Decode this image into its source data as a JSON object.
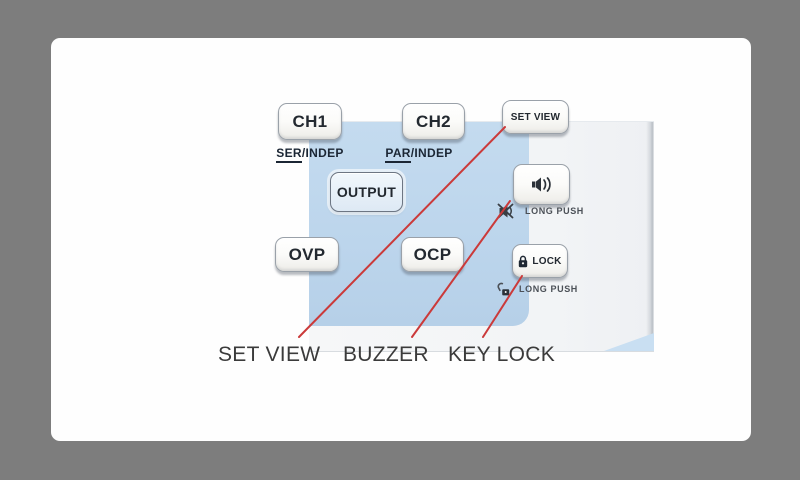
{
  "panel": {
    "ch1": {
      "label": "CH1",
      "sub_strong": "SER",
      "sub_rest": "/INDEP"
    },
    "ch2": {
      "label": "CH2",
      "sub_strong": "PAR",
      "sub_rest": "/INDEP"
    },
    "output": {
      "label": "OUTPUT"
    },
    "ovp": {
      "label": "OVP"
    },
    "ocp": {
      "label": "OCP"
    },
    "set_view": {
      "label": "SET VIEW"
    },
    "buzzer": {
      "icon": "speaker-icon",
      "long_push": "LONG PUSH"
    },
    "key_lock": {
      "label": "LOCK",
      "icon": "lock-icon",
      "long_push": "LONG PUSH"
    }
  },
  "annotations": {
    "set_view": "SET VIEW",
    "buzzer": "BUZZER",
    "key_lock": "KEY LOCK"
  },
  "colors": {
    "background": "#7d7d7d",
    "card": "#fefefe",
    "panel_blue": "#bcd5ec",
    "annotation_line": "#cb3a3a",
    "label_text": "#3b3b3b"
  }
}
